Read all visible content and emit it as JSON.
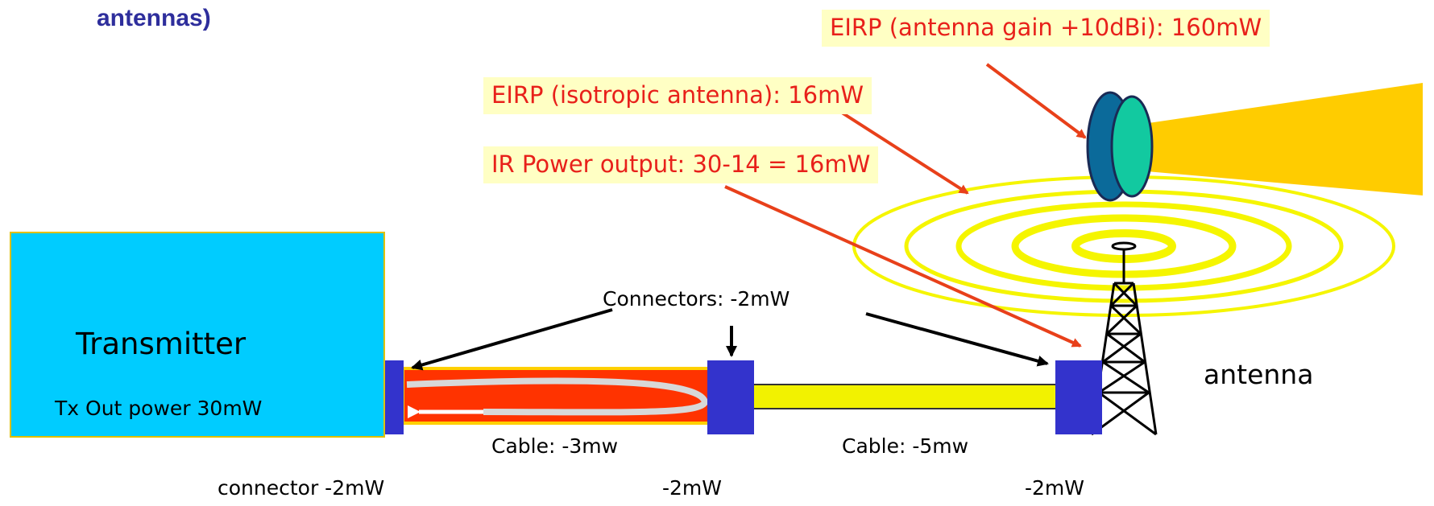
{
  "heading": "antennas)",
  "callouts": {
    "eirp_gain": "EIRP (antenna gain +10dBi): 160mW",
    "eirp_isotropic": "EIRP (isotropic antenna): 16mW",
    "ir_power": "IR Power output: 30-14 = 16mW"
  },
  "transmitter": {
    "title": "Transmitter",
    "output": "Tx Out power 30mW"
  },
  "labels": {
    "connectors": "Connectors: -2mW",
    "antenna": "antenna",
    "cable1": "Cable: -3mw",
    "cable2": "Cable: -5mw",
    "connector1_loss": "connector -2mW",
    "connector2_loss": "-2mW",
    "connector3_loss": "-2mW"
  },
  "colors": {
    "heading": "#2e2e9c",
    "callout_text": "#e8201a",
    "callout_bg": "#ffffc4",
    "transmitter": "#00ccff",
    "cable1": "#ff3300",
    "cable2": "#f2f200",
    "connector": "#3333cc",
    "beam": "#ffcc00",
    "rings": "#f5f500",
    "arrow_red": "#e8401a",
    "arrow_black": "#000000"
  }
}
